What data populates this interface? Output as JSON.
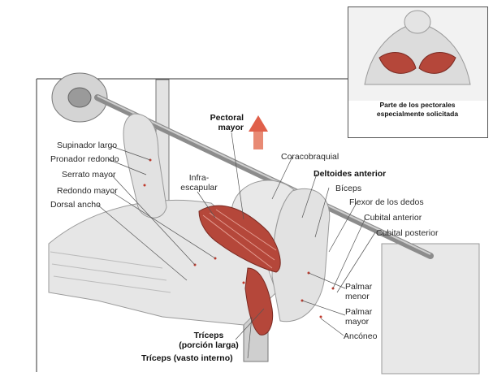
{
  "inset": {
    "caption_line1": "Parte de los pectorales",
    "caption_line2": "especialmente solicitada"
  },
  "labels": {
    "supinador_largo": "Supinador largo",
    "pronador_redondo": "Pronador redondo",
    "serrato_mayor": "Serrato mayor",
    "redondo_mayor": "Redondo mayor",
    "dorsal_ancho": "Dorsal ancho",
    "infra_1": "Infra-",
    "infra_2": "escapular",
    "pectoral_1": "Pectoral",
    "pectoral_2": "mayor",
    "coracobraquial": "Coracobraquial",
    "deltoides": "Deltoides anterior",
    "biceps": "Bíceps",
    "flexor": "Flexor de los dedos",
    "cubital_anterior": "Cubital anterior",
    "cubital_posterior": "Cubital posterior",
    "palmar_menor_1": "Palmar",
    "palmar_menor_2": "menor",
    "palmar_mayor_1": "Palmar",
    "palmar_mayor_2": "mayor",
    "anconeo": "Ancóneo",
    "triceps_larga_1": "Tríceps",
    "triceps_larga_2": "(porción larga)",
    "triceps_interno": "Tríceps (vasto interno)"
  },
  "colors": {
    "muscle_highlight": "#b5473a",
    "arrow": "#e0604a",
    "sketch": "#8a8a8a"
  }
}
